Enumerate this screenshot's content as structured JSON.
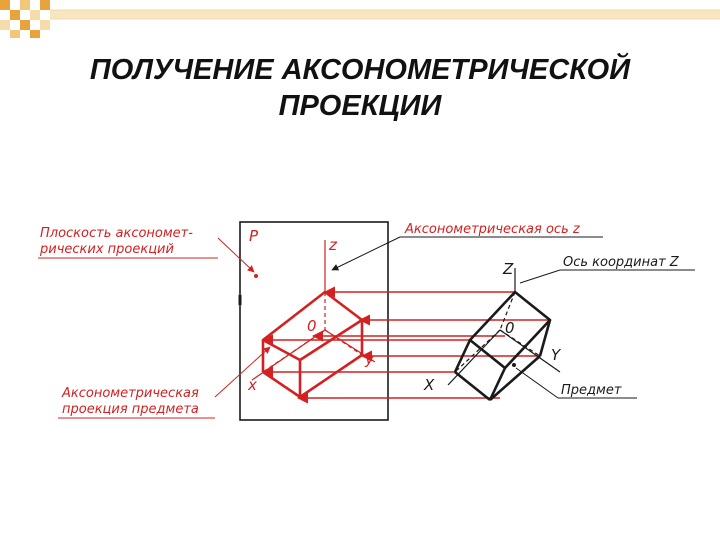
{
  "slide": {
    "title_line1": "ПОЛУЧЕНИЕ АКСОНОМЕТРИЧЕСКОЙ",
    "title_line2": "ПРОЕКЦИИ"
  },
  "labels": {
    "plane_line1": "Плоскость аксономет-",
    "plane_line2": "рических проекций",
    "axon_axis_z": "Аксонометрическая ось z",
    "coord_axis_z": "Ось координат Z",
    "object": "Предмет",
    "projection_line1": "Аксонометрическая",
    "projection_line2": "проекция предмета"
  },
  "axes": {
    "plane_letter": "P",
    "proj_z": "z",
    "proj_o": "0",
    "proj_y": "y",
    "proj_x": "x",
    "obj_z": "Z",
    "obj_o": "0",
    "obj_y": "Y",
    "obj_x": "X"
  },
  "colors": {
    "accent_red": "#d42020",
    "ink": "#1a1a1a",
    "stripe_orange": "#e8a33a",
    "stripe_light": "#f6dcaa"
  }
}
